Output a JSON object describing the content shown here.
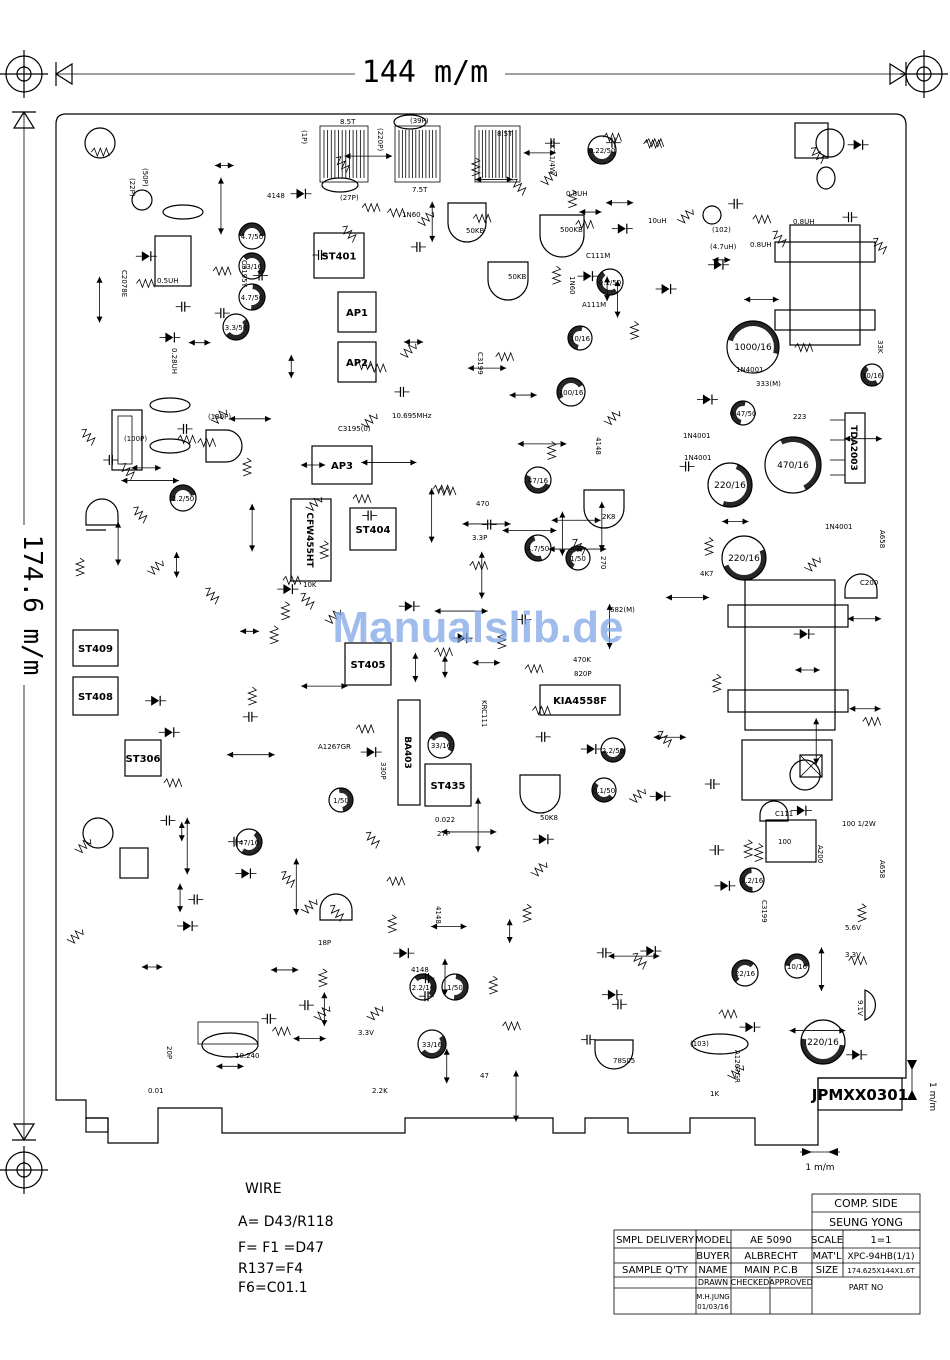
{
  "dimensions": {
    "width_label": "144 m/m",
    "height_label": "174.6 m/m",
    "tab_label": "1 m/m",
    "edge_label": "1 m/m"
  },
  "board_code": "JPMXX0301",
  "watermark": "Manualslib.de",
  "components": [
    {
      "id": "st401",
      "label": "ST401"
    },
    {
      "id": "ap1",
      "label": "AP1"
    },
    {
      "id": "ap2",
      "label": "AP2"
    },
    {
      "id": "ap3",
      "label": "AP3"
    },
    {
      "id": "st404",
      "label": "ST404"
    },
    {
      "id": "st405",
      "label": "ST405"
    },
    {
      "id": "st435",
      "label": "ST435"
    },
    {
      "id": "st306",
      "label": "ST306"
    },
    {
      "id": "st409",
      "label": "ST409"
    },
    {
      "id": "st408",
      "label": "ST408"
    },
    {
      "id": "cfw",
      "label": "CFW455HT"
    },
    {
      "id": "ba",
      "label": "BA403"
    },
    {
      "id": "kia",
      "label": "KIA4558F"
    },
    {
      "id": "tda",
      "label": "TDA2003"
    }
  ],
  "circles": [
    {
      "id": "c1",
      "label": "4.7/50"
    },
    {
      "id": "c2",
      "label": "33/16"
    },
    {
      "id": "c3",
      "label": "4.7/50"
    },
    {
      "id": "c4",
      "label": "3.3/50"
    },
    {
      "id": "c5",
      "label": "0.22/50"
    },
    {
      "id": "c6",
      "label": "0.1/50"
    },
    {
      "id": "c7",
      "label": "10/16"
    },
    {
      "id": "c8",
      "label": "100/16"
    },
    {
      "id": "c9",
      "label": "1000/16"
    },
    {
      "id": "c10",
      "label": "470/16"
    },
    {
      "id": "c11",
      "label": "220/16"
    },
    {
      "id": "c12",
      "label": "220/16"
    },
    {
      "id": "c13",
      "label": "47/16"
    },
    {
      "id": "c14",
      "label": "4.7/50"
    },
    {
      "id": "c15",
      "label": "1/50"
    },
    {
      "id": "c16",
      "label": "2.2/50"
    },
    {
      "id": "c17",
      "label": "33/16"
    },
    {
      "id": "c18",
      "label": "1/50"
    },
    {
      "id": "c19",
      "label": "47/16"
    },
    {
      "id": "c20",
      "label": "2.2/50"
    },
    {
      "id": "c21",
      "label": "0.1/50"
    },
    {
      "id": "c22",
      "label": "2.2/16"
    },
    {
      "id": "c23",
      "label": "22/16"
    },
    {
      "id": "c24",
      "label": "10/16"
    },
    {
      "id": "c25",
      "label": "2.2/16"
    },
    {
      "id": "c26",
      "label": "1/50"
    },
    {
      "id": "c27",
      "label": "33/16"
    },
    {
      "id": "c28",
      "label": "220/16"
    },
    {
      "id": "c29",
      "label": "10/16"
    },
    {
      "id": "c30",
      "label": "0.47/50"
    }
  ],
  "small_labels": [
    {
      "id": "l1",
      "label": "8.5T"
    },
    {
      "id": "l2",
      "label": "(1P)"
    },
    {
      "id": "l3",
      "label": "(220P)"
    },
    {
      "id": "l4",
      "label": "(39P)"
    },
    {
      "id": "l5",
      "label": "7.5T"
    },
    {
      "id": "l6",
      "label": "8.5T"
    },
    {
      "id": "l7",
      "label": "(27P)"
    },
    {
      "id": "l8",
      "label": "4K7 1/4W"
    },
    {
      "id": "l9",
      "label": "0.8UH"
    },
    {
      "id": "l10",
      "label": "0.8UH"
    },
    {
      "id": "l11",
      "label": "0.8UH"
    },
    {
      "id": "l12",
      "label": "(102)"
    },
    {
      "id": "l13",
      "label": "10uH"
    },
    {
      "id": "l14",
      "label": "(4.7uH)"
    },
    {
      "id": "l15",
      "label": "50KB"
    },
    {
      "id": "l16",
      "label": "500KB"
    },
    {
      "id": "l17",
      "label": "50KB"
    },
    {
      "id": "l18",
      "label": "2K8"
    },
    {
      "id": "l19",
      "label": "50K8"
    },
    {
      "id": "l20",
      "label": "C2078E"
    },
    {
      "id": "l21",
      "label": "0.5UH"
    },
    {
      "id": "l22",
      "label": "0.28UH"
    },
    {
      "id": "l23",
      "label": "(22P)"
    },
    {
      "id": "l24",
      "label": "(50P)"
    },
    {
      "id": "l25",
      "label": "(120P)"
    },
    {
      "id": "l26",
      "label": "(100P)"
    },
    {
      "id": "l27",
      "label": "10.695MHz"
    },
    {
      "id": "l28",
      "label": "C3195Y"
    },
    {
      "id": "l29",
      "label": "C3195(0)"
    },
    {
      "id": "l30",
      "label": "C3199"
    },
    {
      "id": "l31",
      "label": "C111M"
    },
    {
      "id": "l32",
      "label": "A111M"
    },
    {
      "id": "l33",
      "label": "1N4001"
    },
    {
      "id": "l34",
      "label": "1N4001"
    },
    {
      "id": "l35",
      "label": "1N4001"
    },
    {
      "id": "l36",
      "label": "1N4001"
    },
    {
      "id": "l37",
      "label": "C200"
    },
    {
      "id": "l38",
      "label": "A658"
    },
    {
      "id": "l39",
      "label": "A658"
    },
    {
      "id": "l40",
      "label": "C111"
    },
    {
      "id": "l41",
      "label": "100"
    },
    {
      "id": "l42",
      "label": "A200"
    },
    {
      "id": "l43",
      "label": "100 1/2W"
    },
    {
      "id": "l44",
      "label": "78S05"
    },
    {
      "id": "l45",
      "label": "A1267GR"
    },
    {
      "id": "l46",
      "label": "A1267GR"
    },
    {
      "id": "l47",
      "label": "KRC111"
    },
    {
      "id": "l48",
      "label": "C3199"
    },
    {
      "id": "l49",
      "label": "10.240"
    },
    {
      "id": "l50",
      "label": "20P"
    },
    {
      "id": "l51",
      "label": "18P"
    },
    {
      "id": "l52",
      "label": "5.6V"
    },
    {
      "id": "l53",
      "label": "3.3V"
    },
    {
      "id": "l54",
      "label": "9.1V"
    },
    {
      "id": "l55",
      "label": "3.3V"
    },
    {
      "id": "l56",
      "label": "470"
    },
    {
      "id": "l57",
      "label": "3.3P"
    },
    {
      "id": "l58",
      "label": "10K"
    },
    {
      "id": "l59",
      "label": "4K7"
    },
    {
      "id": "l60",
      "label": "0.022"
    },
    {
      "id": "l61",
      "label": "27P"
    },
    {
      "id": "l62",
      "label": "(103)"
    },
    {
      "id": "l63",
      "label": "0.01"
    },
    {
      "id": "l64",
      "label": "2.2K"
    },
    {
      "id": "l65",
      "label": "47"
    },
    {
      "id": "l66",
      "label": "1K"
    },
    {
      "id": "l67",
      "label": "33K"
    },
    {
      "id": "l68",
      "label": "330P"
    },
    {
      "id": "l69",
      "label": "270"
    },
    {
      "id": "l70",
      "label": "223"
    },
    {
      "id": "l71",
      "label": "333(M)"
    },
    {
      "id": "l72",
      "label": "682(M)"
    },
    {
      "id": "l73",
      "label": "820P"
    },
    {
      "id": "l74",
      "label": "470K"
    },
    {
      "id": "l75",
      "label": "4148"
    },
    {
      "id": "l76",
      "label": "4148"
    },
    {
      "id": "l77",
      "label": "4148"
    },
    {
      "id": "l78",
      "label": "4148"
    },
    {
      "id": "l79",
      "label": "1N60"
    },
    {
      "id": "l80",
      "label": "1N60"
    }
  ],
  "wire": {
    "title": "WIRE",
    "lines": [
      "A= D43/R118",
      "F= F1 =D47",
      "R137=F4",
      "F6=C01.1"
    ]
  },
  "title_block": {
    "comp_side": "COMP. SIDE",
    "company": "SEUNG YONG",
    "rows": [
      {
        "label": "SMPL DELIVERY",
        "field": "MODEL",
        "value": "AE 5090",
        "field2": "SCALE",
        "value2": "1=1"
      },
      {
        "label": "",
        "field": "BUYER",
        "value": "ALBRECHT",
        "field2": "MAT'L",
        "value2": "XPC-94HB(1/1)"
      },
      {
        "label": "SAMPLE Q'TY",
        "field": "NAME",
        "value": "MAIN P.C.B",
        "field2": "SIZE",
        "value2": "174.625X144X1.6T"
      }
    ],
    "drawn": "DRAWN",
    "checked": "CHECKED",
    "approved": "APPROVED",
    "part_no": "PART NO",
    "drawer": "M.H.JUNG",
    "date": "01/03/16"
  }
}
